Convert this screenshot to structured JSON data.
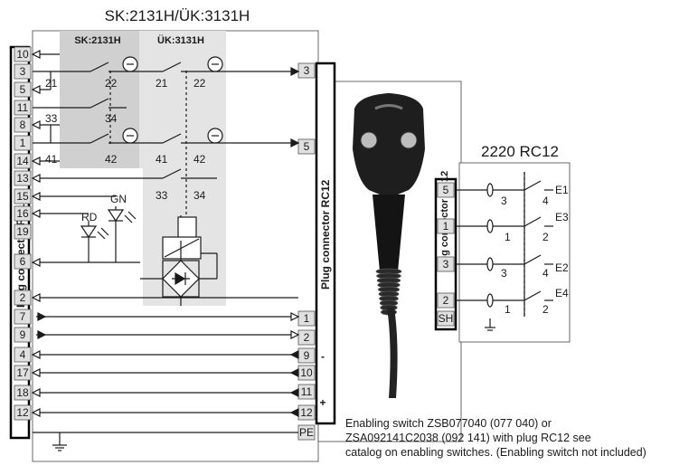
{
  "main_title": "SK:2131H/ÜK:3131H",
  "sk_label": "SK:2131H",
  "uk_label": "ÜK:3131H",
  "rc18_label": "Plug connector RC18",
  "rc12_label": "Plug connector RC12",
  "device_title": "2220 RC12",
  "device_rc12_label": "Plug connector RC12",
  "rc18_pins": [
    "10",
    "3",
    "5",
    "11",
    "8",
    "1",
    "14",
    "13",
    "15",
    "16",
    "19",
    "6",
    "2",
    "7",
    "9",
    "4",
    "17",
    "18",
    "12"
  ],
  "rc12_pins": [
    "3",
    "5",
    "1",
    "2",
    "9",
    "10",
    "11",
    "12",
    "PE"
  ],
  "rc12_group_minus": "-",
  "rc12_group_plus": "+",
  "device_pins": [
    "5",
    "1",
    "3",
    "2",
    "SH"
  ],
  "contacts": {
    "c21": "21",
    "c22": "22",
    "c21b": "21",
    "c22b": "22",
    "c33": "33",
    "c34": "34",
    "c41": "41",
    "c42": "42",
    "c41b": "41",
    "c42b": "42",
    "c33b": "33",
    "c34b": "34"
  },
  "led_rd": "RD",
  "led_gn": "GN",
  "device_contacts": {
    "d3": "3",
    "d4": "4",
    "d1": "1",
    "d2": "2",
    "d3b": "3",
    "d4b": "4",
    "d1b": "1",
    "d2b": "2",
    "e1": "E1",
    "e3": "E3",
    "e2": "E2",
    "e4": "E4"
  },
  "note_lines": [
    "Enabling switch ZSB077040 (077 040) or",
    "ZSA092141C2038 (092 141) with plug RC12 see",
    "catalog on enabling switches. (Enabling switch not included)"
  ],
  "colors": {
    "sk_shade": "#d0d0d0",
    "uk_shade": "#e4e4e4",
    "line": "#1a1a1a",
    "pin_fill": "#e0e0e0"
  }
}
